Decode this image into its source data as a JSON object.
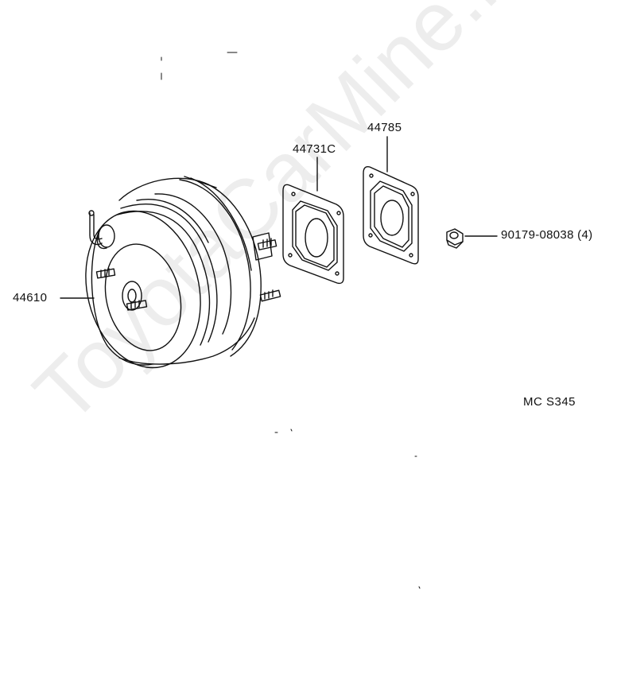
{
  "labels": {
    "booster": "44610",
    "gasket_a": "44731C",
    "gasket_b": "44785",
    "nut": "90179-08038 (4)",
    "diagram_code": "MC  S345"
  },
  "watermark": "ToyotaCarMine.ru",
  "colors": {
    "line": "#111111",
    "watermark": "#d9d9d9"
  }
}
